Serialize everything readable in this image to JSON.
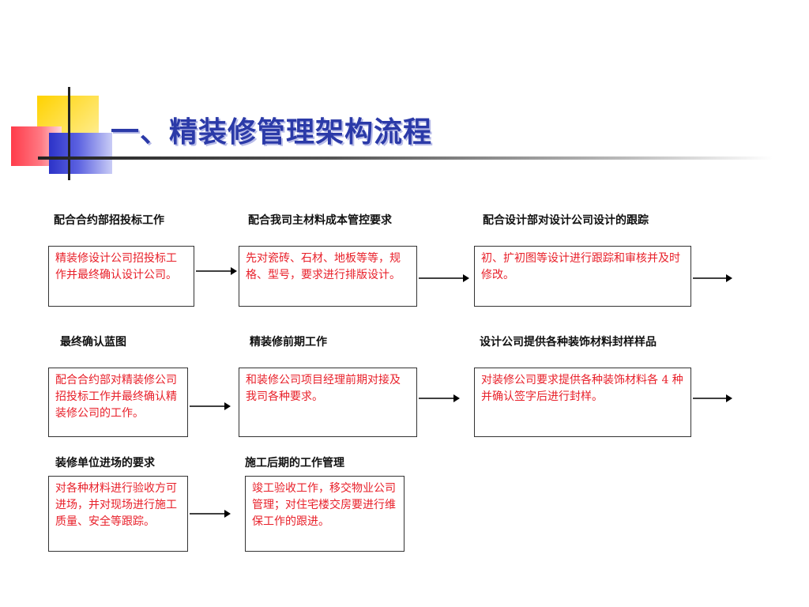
{
  "title": "一、精装修管理架构流程",
  "colors": {
    "title": "#2b3aa8",
    "box_text": "#e8202a",
    "header_text": "#111111"
  },
  "sections": [
    {
      "header": "配合合约部招投标工作",
      "box": "精装修设计公司招投标工作并最终确认设计公司。"
    },
    {
      "header": "配合我司主材料成本管控要求",
      "box": "先对瓷砖、石材、地板等等，规格、型号，要求进行排版设计。"
    },
    {
      "header": "配合设计部对设计公司设计的跟踪",
      "box": "初、扩初图等设计进行跟踪和审核并及时修改。"
    },
    {
      "header": "最终确认蓝图",
      "box": "配合合约部对精装修公司招投标工作并最终确认精装修公司的工作。"
    },
    {
      "header": "精装修前期工作",
      "box": "和装修公司项目经理前期对接及我司各种要求。"
    },
    {
      "header": "设计公司提供各种装饰材料封样样品",
      "box": "对装修公司要求提供各种装饰材料各 4 种并确认签字后进行封样。"
    },
    {
      "header": "装修单位进场的要求",
      "box": "对各种材料进行验收方可进场，并对现场进行施工质量、安全等跟踪。"
    },
    {
      "header": "施工后期的工作管理",
      "box": "竣工验收工作，移交物业公司管理；对住宅楼交房要进行维保工作的跟进。"
    }
  ]
}
